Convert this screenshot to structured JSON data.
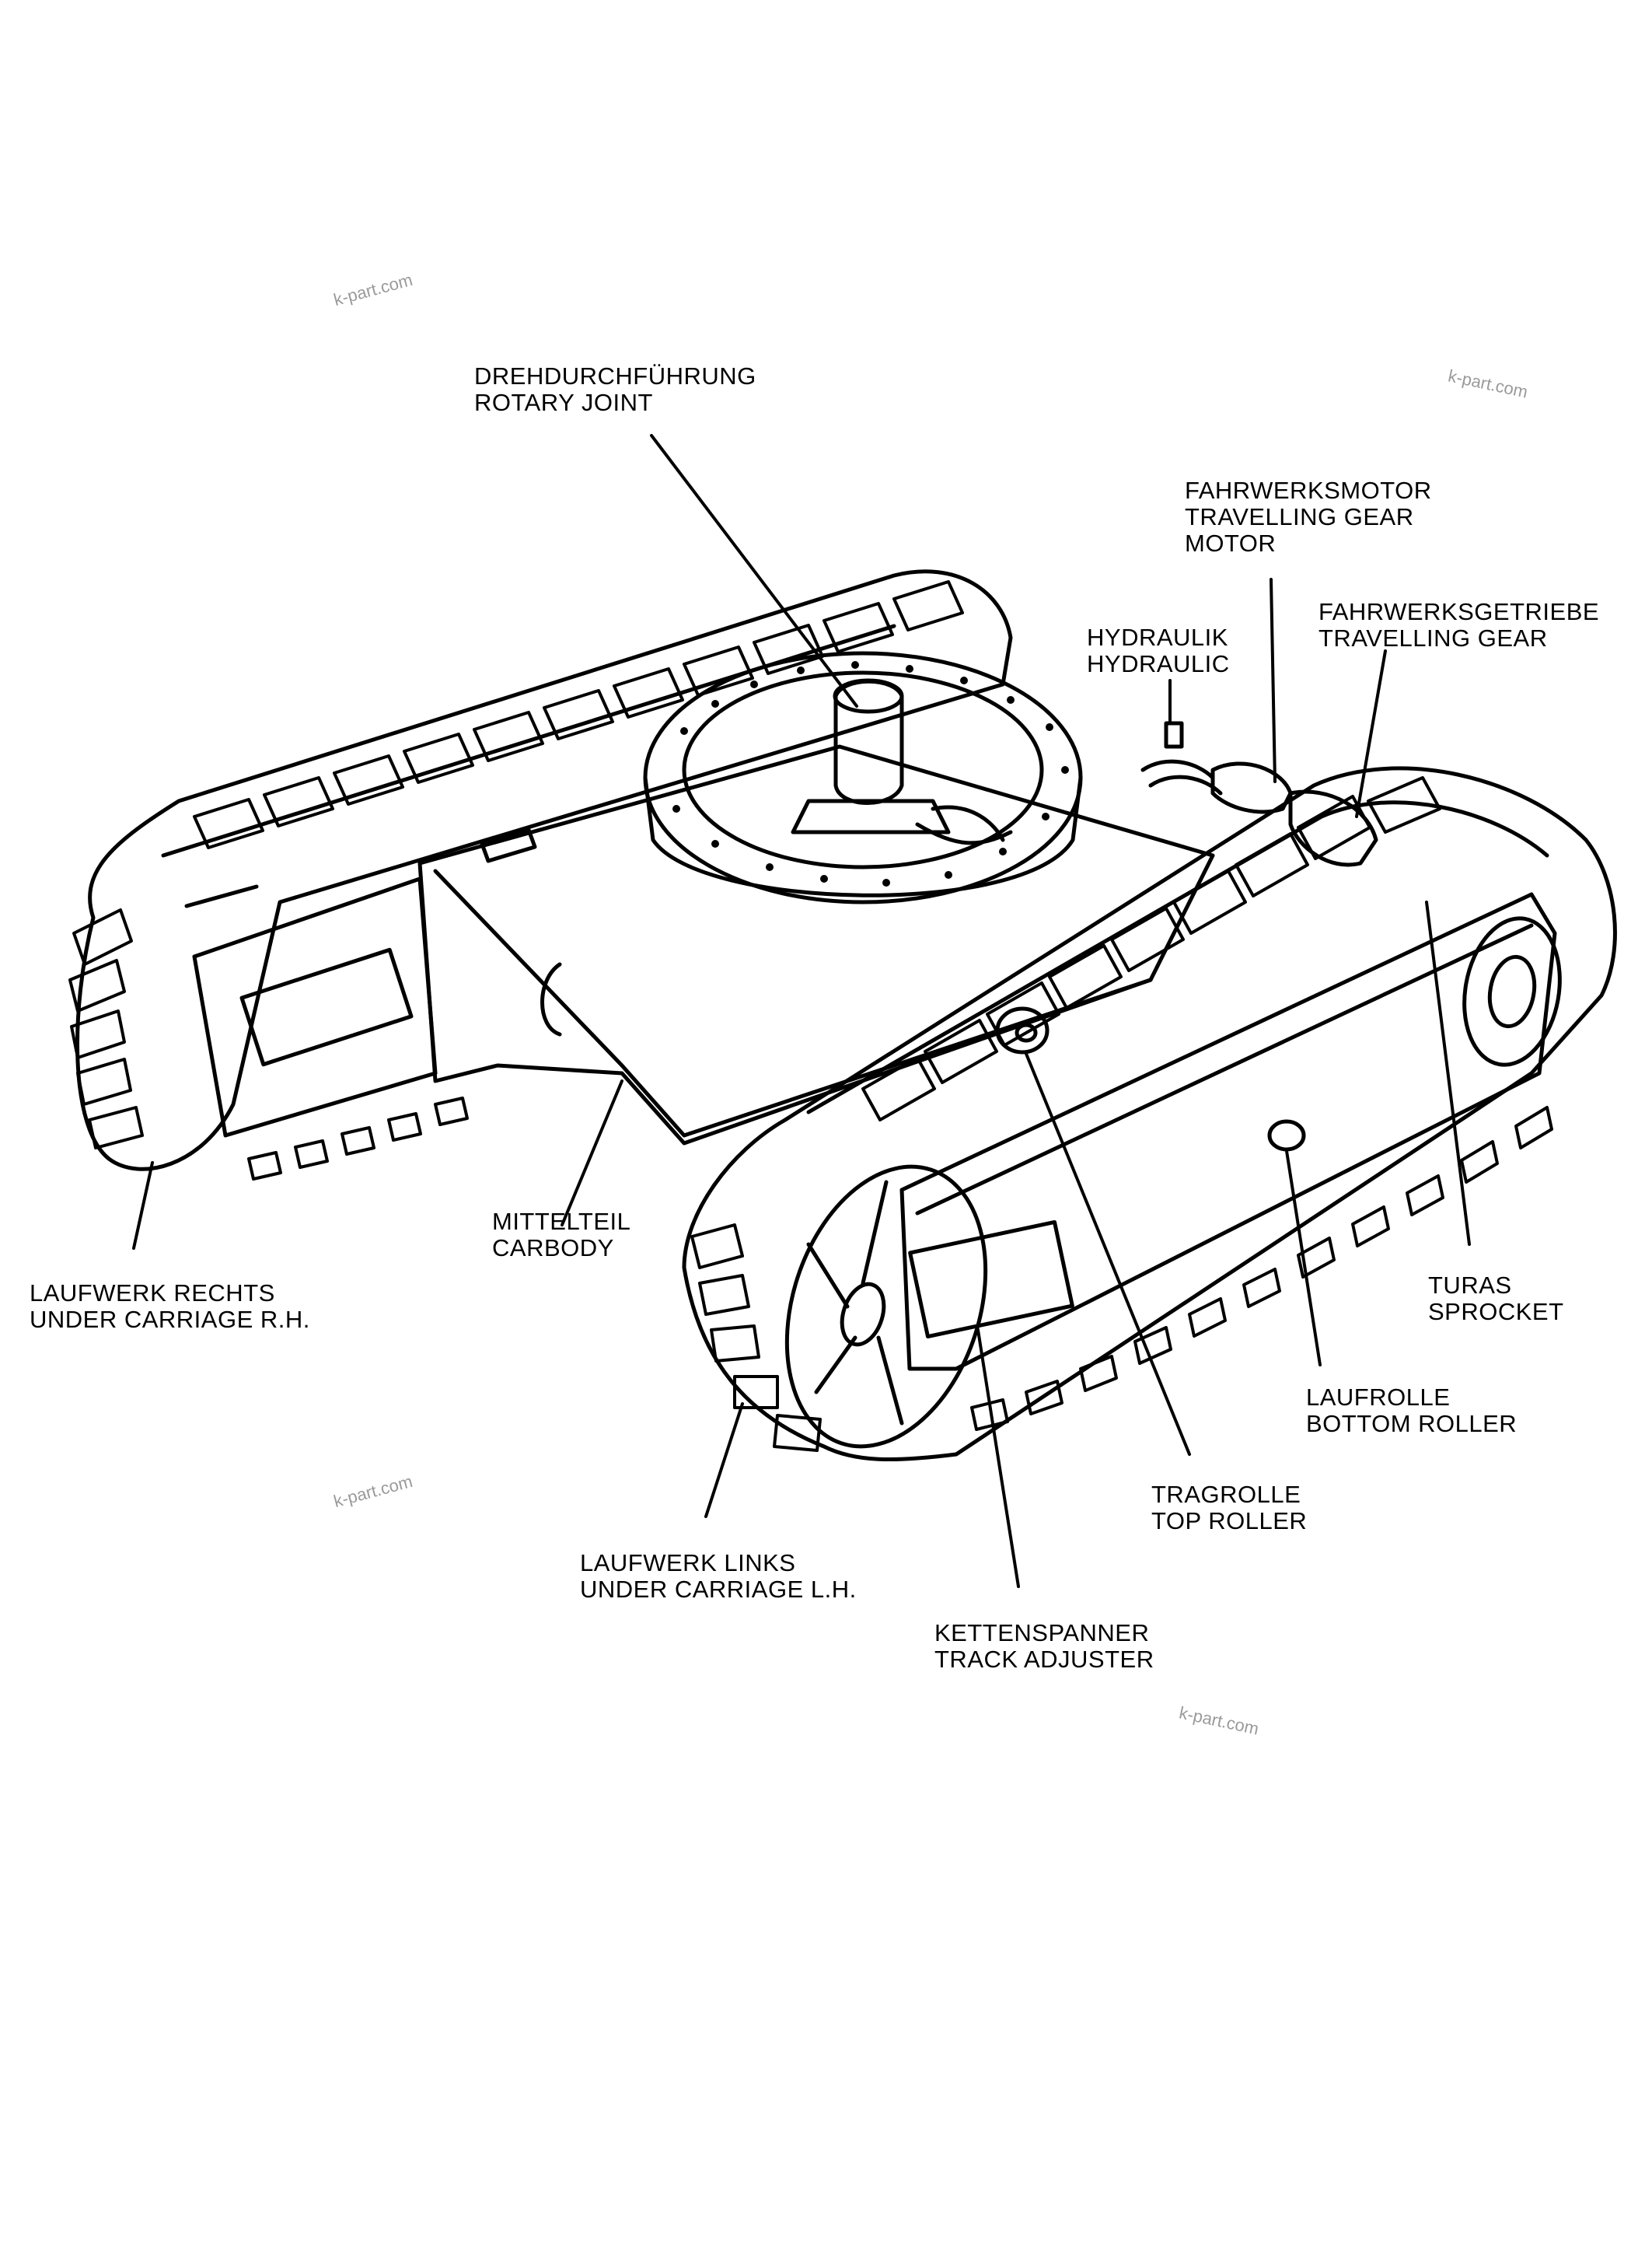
{
  "labels": {
    "rotary_joint": [
      "DREHDURCHFÜHRUNG",
      "ROTARY JOINT"
    ],
    "travelling_gear_motor": [
      "FAHRWERKSMOTOR",
      "TRAVELLING GEAR",
      "MOTOR"
    ],
    "hydraulic": [
      "HYDRAULIK",
      "HYDRAULIC"
    ],
    "travelling_gear": [
      "FAHRWERKSGETRIEBE",
      "TRAVELLING GEAR"
    ],
    "carbody": [
      "MITTELTEIL",
      "CARBODY"
    ],
    "under_carriage_rh": [
      "LAUFWERK RECHTS",
      "UNDER CARRIAGE R.H."
    ],
    "sprocket": [
      "TURAS",
      "SPROCKET"
    ],
    "bottom_roller": [
      "LAUFROLLE",
      "BOTTOM ROLLER"
    ],
    "top_roller": [
      "TRAGROLLE",
      "TOP ROLLER"
    ],
    "under_carriage_lh": [
      "LAUFWERK LINKS",
      "UNDER CARRIAGE L.H."
    ],
    "track_adjuster": [
      "KETTENSPANNER",
      "TRACK ADJUSTER"
    ]
  },
  "watermarks": [
    "k-part.com",
    "k-part.com",
    "k-part.com",
    "k-part.com"
  ]
}
